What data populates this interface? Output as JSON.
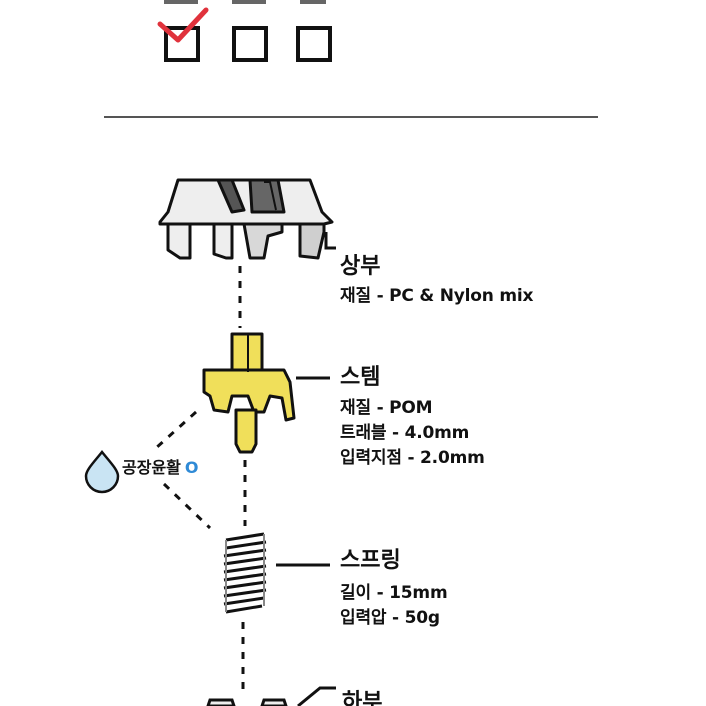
{
  "parts": [
    {
      "title": "상부",
      "specs": [
        "재질 - PC & Nylon mix"
      ]
    },
    {
      "title": "스템",
      "specs": [
        "재질 - POM",
        "트래블 - 4.0mm",
        "입력지점 - 2.0mm"
      ]
    },
    {
      "title": "스프링",
      "specs": [
        "길이 - 15mm",
        "입력압 - 50g"
      ]
    },
    {
      "title": "하부",
      "specs": []
    }
  ],
  "lubrication": {
    "label": "공장윤활",
    "value": "O",
    "drop_icon": "water-drop-icon"
  },
  "checkboxes": [
    {
      "checked": true
    },
    {
      "checked": false
    },
    {
      "checked": false
    }
  ],
  "colors": {
    "line": "#111111",
    "stem": "#f0df5a",
    "housing": "#eeeeee",
    "lube_accent": "#2f8ad6",
    "check": "#e0323c"
  }
}
